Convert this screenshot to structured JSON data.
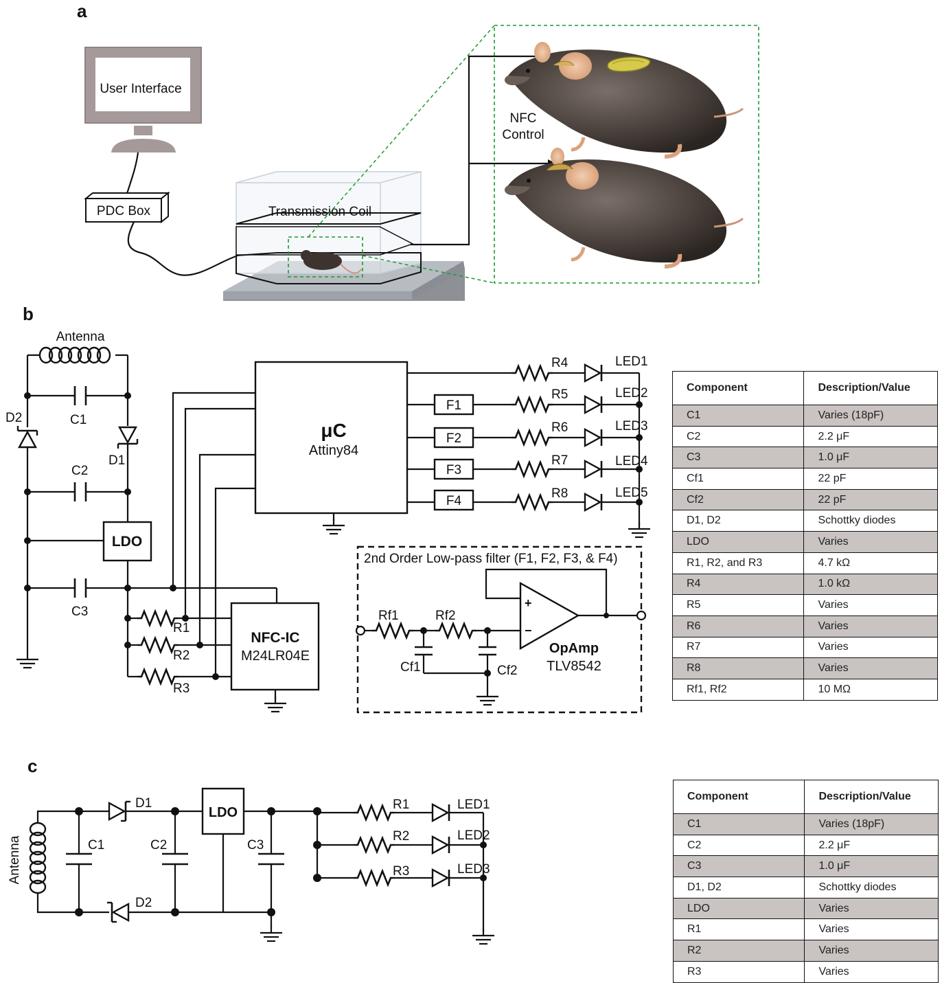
{
  "panel_a": {
    "label": "a",
    "monitor_text": "User Interface",
    "pdc_box": "PDC Box",
    "coil": "Transmission Coil",
    "nfc_control": [
      "NFC",
      "Control"
    ]
  },
  "panel_b": {
    "label": "b",
    "antenna": "Antenna",
    "parts": {
      "d1": "D1",
      "d2": "D2",
      "c1": "C1",
      "c2": "C2",
      "c3": "C3",
      "ldo": "LDO",
      "r1": "R1",
      "r2": "R2",
      "r3": "R3"
    },
    "mcu_title": "μC",
    "mcu_model": "Attiny84",
    "nfc_title": "NFC-IC",
    "nfc_model": "M24LR04E",
    "filters": [
      "F1",
      "F2",
      "F3",
      "F4"
    ],
    "resistors": [
      "R4",
      "R5",
      "R6",
      "R7",
      "R8"
    ],
    "leds": [
      "LED1",
      "LED2",
      "LED3",
      "LED4",
      "LED5"
    ],
    "filter_box": {
      "title": "2nd Order Low-pass filter (F1, F2, F3, & F4)",
      "rf1": "Rf1",
      "rf2": "Rf2",
      "cf1": "Cf1",
      "cf2": "Cf2",
      "opamp": "OpAmp",
      "opamp_model": "TLV8542",
      "plus": "+",
      "minus": "−"
    },
    "table": {
      "headers": [
        "Component",
        "Description/Value"
      ],
      "rows": [
        [
          "C1",
          "Varies (18pF)"
        ],
        [
          "C2",
          "2.2 μF"
        ],
        [
          "C3",
          "1.0 μF"
        ],
        [
          "Cf1",
          "22 pF"
        ],
        [
          "Cf2",
          "22 pF"
        ],
        [
          "D1, D2",
          "Schottky diodes"
        ],
        [
          "LDO",
          "Varies"
        ],
        [
          "R1, R2, and R3",
          "4.7 kΩ"
        ],
        [
          "R4",
          "1.0 kΩ"
        ],
        [
          "R5",
          "Varies"
        ],
        [
          "R6",
          "Varies"
        ],
        [
          "R7",
          "Varies"
        ],
        [
          "R8",
          "Varies"
        ],
        [
          "Rf1, Rf2",
          "10 MΩ"
        ]
      ]
    }
  },
  "panel_c": {
    "label": "c",
    "antenna": "Antenna",
    "parts": {
      "d1": "D1",
      "d2": "D2",
      "c1": "C1",
      "c2": "C2",
      "c3": "C3",
      "ldo": "LDO"
    },
    "resistors": [
      "R1",
      "R2",
      "R3"
    ],
    "leds": [
      "LED1",
      "LED2",
      "LED3"
    ],
    "table": {
      "headers": [
        "Component",
        "Description/Value"
      ],
      "rows": [
        [
          "C1",
          "Varies (18pF)"
        ],
        [
          "C2",
          "2.2 μF"
        ],
        [
          "C3",
          "1.0 μF"
        ],
        [
          "D1, D2",
          "Schottky diodes"
        ],
        [
          "LDO",
          "Varies"
        ],
        [
          "R1",
          "Varies"
        ],
        [
          "R2",
          "Varies"
        ],
        [
          "R3",
          "Varies"
        ]
      ]
    }
  }
}
